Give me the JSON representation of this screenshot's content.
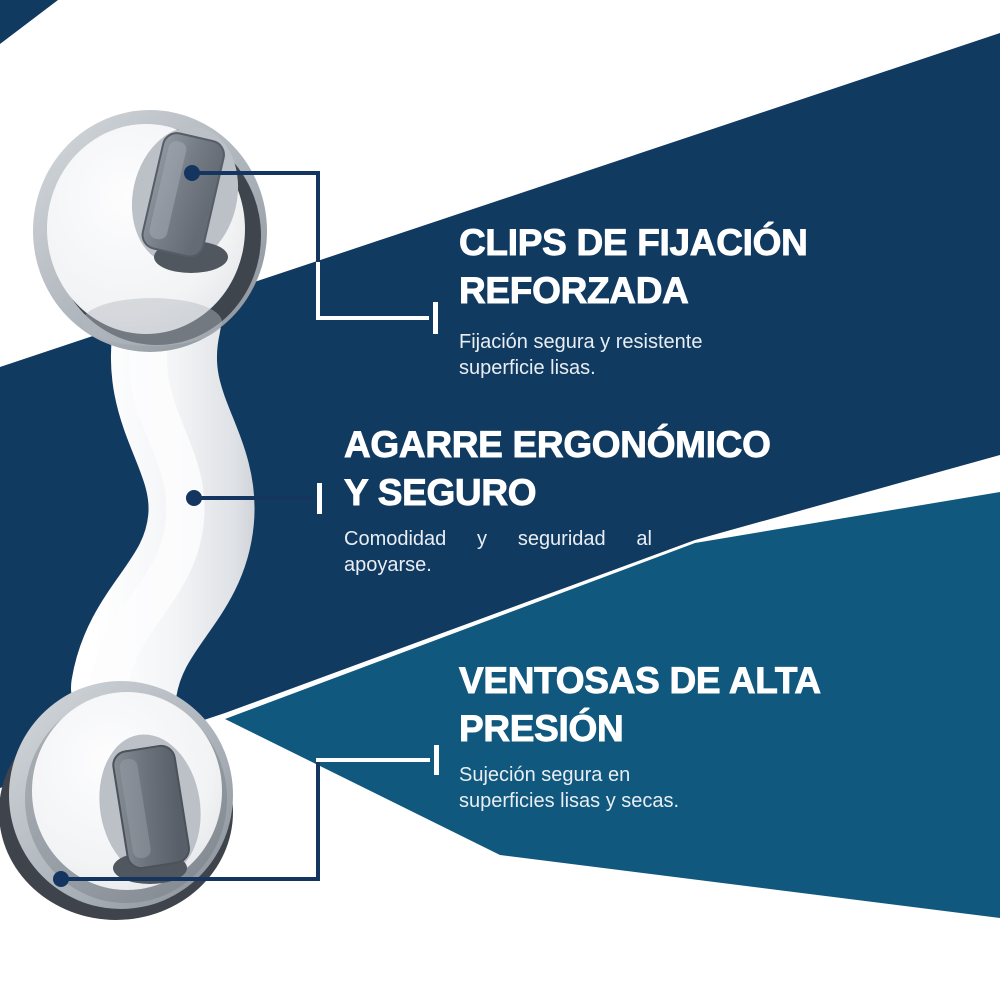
{
  "colors": {
    "navy": "#113A61",
    "teal": "#10587D",
    "line_navy": "#143560",
    "tick_white": "#FFFFFF",
    "heading_text": "#FFFFFF",
    "body_text": "#E8EEF3",
    "background": "#FFFFFF",
    "clip_gray": "#6F7680",
    "cup_ring_gray": "#9FA6AD",
    "cup_shadow_gray": "#3F444C"
  },
  "callouts": [
    {
      "id": "clips",
      "heading_line1": "CLIPS DE FIJACIÓN",
      "heading_line2": "REFORZADA",
      "body": "Fijación segura y resistente superficie lisas."
    },
    {
      "id": "agarre",
      "heading_line1": "AGARRE ERGONÓMICO",
      "heading_line2": "Y SEGURO",
      "body": "Comodidad y seguridad al apoyarse."
    },
    {
      "id": "ventosas",
      "heading_line1": "VENTOSAS DE ALTA",
      "heading_line2": "PRESIÓN",
      "body": "Sujeción segura en superficies lisas y secas."
    }
  ],
  "product": {
    "alt": "Barra de agarre blanca con ventosas y clips grises"
  }
}
